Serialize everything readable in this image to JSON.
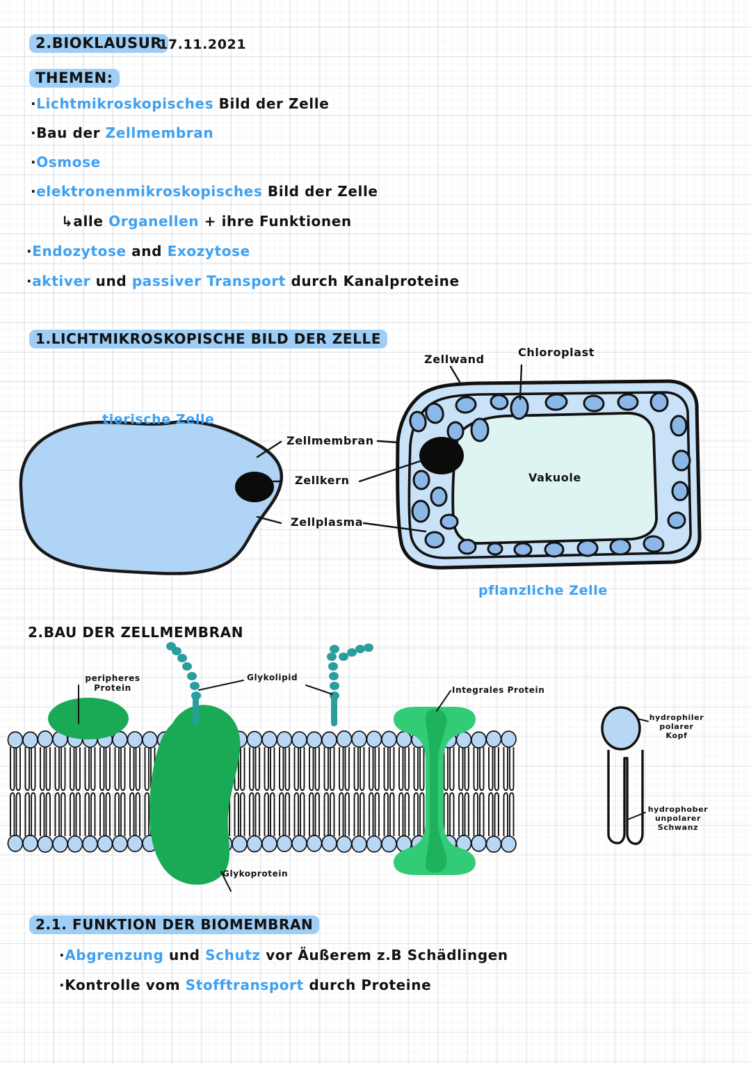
{
  "page": {
    "title": "2.BIOKLAUSUR",
    "date": "17.11.2021",
    "topics_heading": "THEMEN:"
  },
  "topics": [
    {
      "bullet": "·",
      "parts": [
        {
          "text": "Lichtmikroskopisches",
          "color": "blue"
        },
        {
          "text": " Bild der Zelle",
          "color": "black"
        }
      ]
    },
    {
      "bullet": "·",
      "parts": [
        {
          "text": "Bau der ",
          "color": "black"
        },
        {
          "text": "Zellmembran",
          "color": "blue"
        }
      ]
    },
    {
      "bullet": "·",
      "parts": [
        {
          "text": "Osmose",
          "color": "blue"
        }
      ]
    },
    {
      "bullet": "·",
      "parts": [
        {
          "text": "elektronenmikroskopisches",
          "color": "blue"
        },
        {
          "text": " Bild der Zelle",
          "color": "black"
        }
      ]
    },
    {
      "bullet": "↳",
      "parts": [
        {
          "text": "alle ",
          "color": "black"
        },
        {
          "text": "Organellen",
          "color": "blue"
        },
        {
          "text": " + ihre Funktionen",
          "color": "black"
        }
      ]
    },
    {
      "bullet": "·",
      "parts": [
        {
          "text": "Endozytose",
          "color": "blue"
        },
        {
          "text": " and ",
          "color": "black"
        },
        {
          "text": "Exozytose",
          "color": "blue"
        }
      ]
    },
    {
      "bullet": "·",
      "parts": [
        {
          "text": "aktiver",
          "color": "blue"
        },
        {
          "text": " und ",
          "color": "black"
        },
        {
          "text": "passiver Transport",
          "color": "blue"
        },
        {
          "text": " durch Kanalproteine",
          "color": "black"
        }
      ]
    }
  ],
  "section1": {
    "heading": "1.LICHTMIKROSKOPISCHE BILD DER ZELLE",
    "animal_caption": "tierische Zelle",
    "plant_caption": "pflanzliche Zelle",
    "labels": {
      "zellmembran": "Zellmembran",
      "zellkern": "Zellkern",
      "zellplasma": "Zellplasma",
      "zellwand": "Zellwand",
      "chloroplast": "Chloroplast",
      "vakuole": "Vakuole"
    }
  },
  "section2": {
    "heading": "2.BAU DER ZELLMEMBRAN",
    "labels": {
      "peripheres_protein_l1": "peripheres",
      "peripheres_protein_l2": "Protein",
      "glykolipid": "Glykolipid",
      "integrales_protein": "Integrales Protein",
      "glykoprotein": "Glykoprotein",
      "kopf_l1": "hydrophiler",
      "kopf_l2": "polarer",
      "kopf_l3": "Kopf",
      "schwanz_l1": "hydrophober",
      "schwanz_l2": "unpolarer",
      "schwanz_l3": "Schwanz"
    }
  },
  "section21": {
    "heading": "2.1. FUNKTION DER BIOMEMBRAN",
    "items": [
      {
        "bullet": "·",
        "parts": [
          {
            "text": "Abgrenzung",
            "color": "blue"
          },
          {
            "text": " und ",
            "color": "black"
          },
          {
            "text": "Schutz",
            "color": "blue"
          },
          {
            "text": " vor  Äußerem  z.B  Schädlingen",
            "color": "black"
          }
        ]
      },
      {
        "bullet": "·",
        "parts": [
          {
            "text": "Kontrolle vom ",
            "color": "black"
          },
          {
            "text": "Stofftransport",
            "color": "blue"
          },
          {
            "text": " durch Proteine",
            "color": "black"
          }
        ]
      }
    ]
  },
  "colors": {
    "ink_blue": "#3da0f0",
    "highlight": "#9ecdf5",
    "cell_fill": "#aed3f5",
    "plant_cytoplasm": "#c9e2f8",
    "chloroplast": "#8bb8e8",
    "vacuole": "#ddf4f2",
    "protein_green": "#1aaa55",
    "channel_green": "#32cc77",
    "glycolipid_teal": "#2a9d9d",
    "lipid_head": "#b8d7f5",
    "ink_black": "#111111"
  }
}
